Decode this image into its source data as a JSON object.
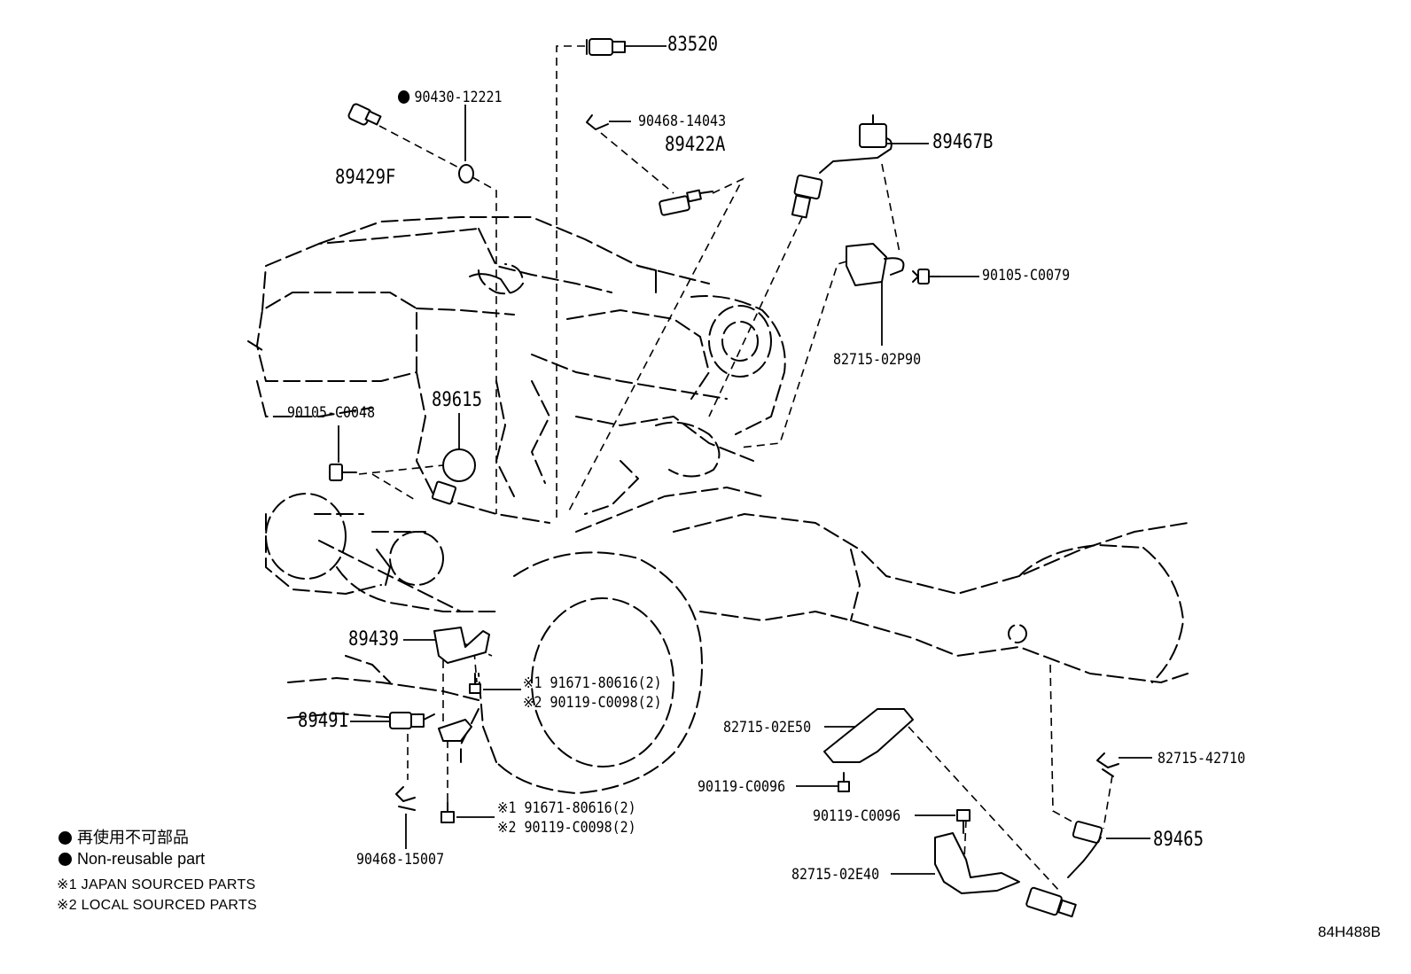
{
  "diagram_code": "84H488B",
  "parts": {
    "p83520": "83520",
    "p90430": "90430-12221",
    "p89429F": "89429F",
    "p90468_14043": "90468-14043",
    "p89422A": "89422A",
    "p89467B": "89467B",
    "p90105_C0079": "90105-C0079",
    "p82715_02P90": "82715-02P90",
    "p90105_C0048": "90105-C0048",
    "p89615": "89615",
    "p89439": "89439",
    "p89491": "89491",
    "p90468_15007": "90468-15007",
    "p82715_02E50": "82715-02E50",
    "p90119_C0096_a": "90119-C0096",
    "p90119_C0096_b": "90119-C0096",
    "p82715_02E40": "82715-02E40",
    "p82715_42710": "82715-42710",
    "p89465": "89465"
  },
  "callouts": {
    "upper_1": "※1 91671-80616(2)",
    "upper_2": "※2 90119-C0098(2)",
    "lower_1": "※1 91671-80616(2)",
    "lower_2": "※2 90119-C0098(2)"
  },
  "legend": {
    "jp": "再使用不可部品",
    "en": "Non-reusable part",
    "note1": "※1 JAPAN SOURCED PARTS",
    "note2": "※2 LOCAL SOURCED PARTS"
  },
  "icons": {
    "non_reusable_marker": "filled-circle-icon"
  }
}
